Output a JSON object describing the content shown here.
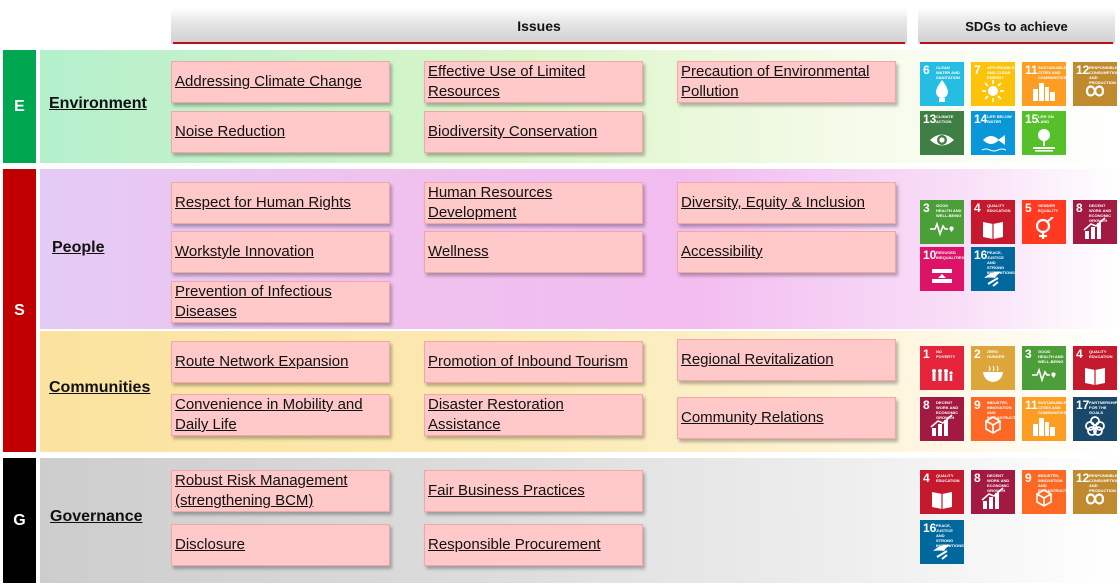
{
  "headers": {
    "issues": "Issues",
    "sdgs": "SDGs to achieve"
  },
  "pillars": {
    "e": "E",
    "s": "S",
    "g": "G"
  },
  "categories": {
    "environment": "Environment",
    "people": "People",
    "communities": "Communities",
    "governance": "Governance"
  },
  "issues": {
    "environment": [
      "Addressing Climate Change",
      "Effective Use of Limited Resources",
      "Precaution of Environmental Pollution",
      "Noise Reduction",
      "Biodiversity Conservation"
    ],
    "people": [
      "Respect for Human Rights",
      "Human Resources Development",
      "Diversity, Equity & Inclusion",
      "Workstyle Innovation",
      "Wellness",
      "Accessibility",
      "Prevention of Infectious Diseases"
    ],
    "communities": [
      "Route Network Expansion",
      "Promotion of Inbound Tourism",
      "Regional Revitalization",
      "Convenience in Mobility and Daily Life",
      "Disaster Restoration Assistance",
      "Community Relations"
    ],
    "governance": [
      "Robust Risk Management (strengthening BCM)",
      "Fair Business Practices",
      "Disclosure",
      "Responsible Procurement"
    ]
  },
  "sdg_colors": {
    "1": "#e5243b",
    "2": "#dda63a",
    "3": "#4c9f38",
    "4": "#c5192d",
    "5": "#ff3a21",
    "6": "#26bde2",
    "7": "#fcc30b",
    "8": "#a21942",
    "9": "#fd6925",
    "10": "#dd1367",
    "11": "#fd9d24",
    "12": "#bf8b2e",
    "13": "#3f7e44",
    "14": "#0a97d9",
    "15": "#56c02b",
    "16": "#00689d",
    "17": "#19486a"
  },
  "sdg_labels": {
    "1": "NO POVERTY",
    "2": "ZERO HUNGER",
    "3": "GOOD HEALTH AND WELL-BEING",
    "4": "QUALITY EDUCATION",
    "5": "GENDER EQUALITY",
    "6": "CLEAN WATER AND SANITATION",
    "7": "AFFORDABLE AND CLEAN ENERGY",
    "8": "DECENT WORK AND ECONOMIC GROWTH",
    "9": "INDUSTRY, INNOVATION AND INFRASTRUCTURE",
    "10": "REDUCED INEQUALITIES",
    "11": "SUSTAINABLE CITIES AND COMMUNITIES",
    "12": "RESPONSIBLE CONSUMPTION AND PRODUCTION",
    "13": "CLIMATE ACTION",
    "14": "LIFE BELOW WATER",
    "15": "LIFE ON LAND",
    "16": "PEACE, JUSTICE AND STRONG INSTITUTIONS",
    "17": "PARTNERSHIPS FOR THE GOALS"
  },
  "sdgs": {
    "environment": [
      6,
      7,
      11,
      12,
      13,
      14,
      15
    ],
    "people": [
      3,
      4,
      5,
      8,
      10,
      16
    ],
    "communities": [
      1,
      2,
      3,
      4,
      8,
      9,
      11,
      17
    ],
    "governance": [
      4,
      8,
      9,
      12,
      16
    ]
  }
}
